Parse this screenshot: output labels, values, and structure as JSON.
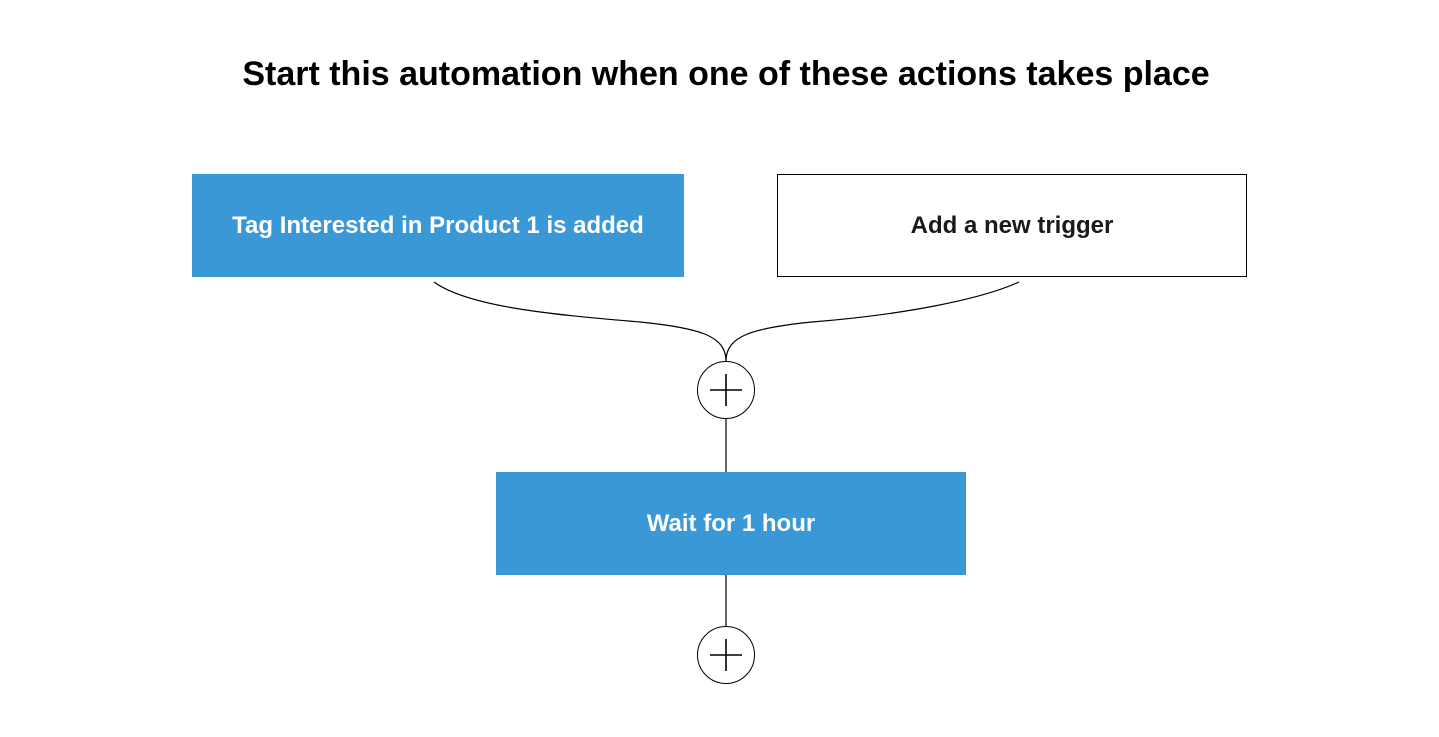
{
  "header": {
    "title": "Start this automation when one of these actions takes place"
  },
  "triggers": [
    {
      "label": "Tag Interested in Product 1 is added",
      "style": "filled"
    },
    {
      "label": "Add a new trigger",
      "style": "outline"
    }
  ],
  "actions": [
    {
      "label": "Wait for 1 hour",
      "style": "filled"
    }
  ],
  "add_buttons": [
    {
      "icon": "plus-icon"
    },
    {
      "icon": "plus-icon"
    }
  ],
  "colors": {
    "accent": "#3a98d7",
    "accent_text": "#ffffff",
    "outline_text": "#1a1a1a",
    "line": "#000000",
    "background": "#ffffff"
  }
}
